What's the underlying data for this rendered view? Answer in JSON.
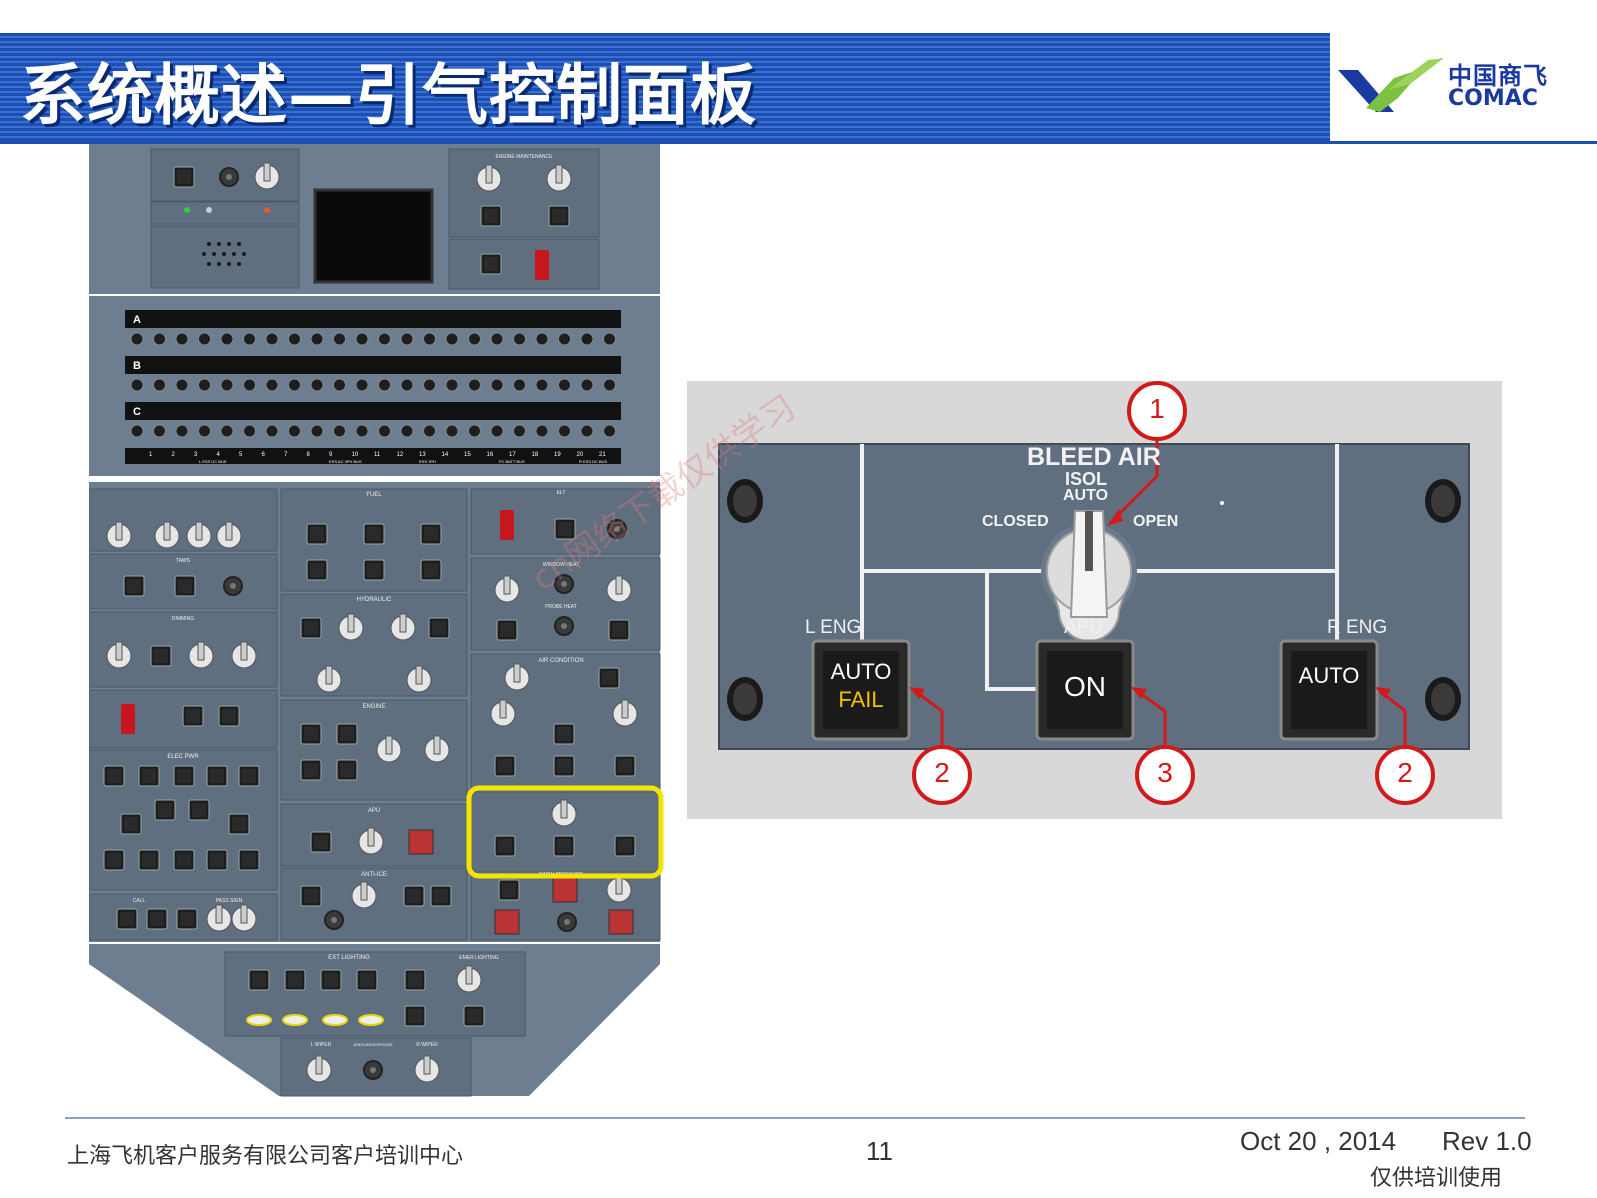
{
  "header": {
    "title": "系统概述—引气控制面板",
    "logo_cn": "中国商飞",
    "logo_en": "COMAC",
    "colors": {
      "band": "#1b4fb4",
      "logo": "#1a3aa0"
    }
  },
  "overhead_panel": {
    "labels": {
      "engine_maintenance": "ENGINE MAINTENANCE",
      "fuel": "FUEL",
      "hydraulic": "HYDRAULIC",
      "engine": "ENGINE",
      "apu": "APU",
      "anti_ice": "ANTI-ICE",
      "elec_pwr": "ELEC PWR",
      "air_condition": "AIR CONDITION",
      "ext_lighting": "EXT LIGHTING",
      "emer_lighting": "EMER LIGHTING",
      "window_heat": "WINDOW HEAT",
      "probe_heat": "PROBE HEAT",
      "dimming": "DIMMING",
      "taws": "TAWS",
      "elt": "ELT",
      "call": "CALL",
      "pass_sign": "PASS SIGN",
      "cabin_pressure": "CABIN PRESSURE",
      "l_wiper": "L WIPER",
      "r_wiper": "R WIPER",
      "area_microphone": "AREA MICROPHONE"
    },
    "cb_rows": [
      "A",
      "B",
      "C"
    ],
    "bus_numbers": [
      "1",
      "2",
      "3",
      "4",
      "5",
      "6",
      "7",
      "8",
      "9",
      "10",
      "11",
      "12",
      "13",
      "14",
      "15",
      "16",
      "17",
      "18",
      "19",
      "20",
      "21"
    ],
    "bus_labels": [
      "L ESS DC BUS",
      "ESS AC 3PH BUS",
      "ESS 1PH",
      "FC BATT BUS",
      "R ESS DC BUS"
    ],
    "colors": {
      "panel": "#6d7e91",
      "panel_dark": "#4f5e6e",
      "highlight": "#f5e400"
    }
  },
  "bleed_detail": {
    "title": "BLEED AIR",
    "selector_positions": {
      "isol": "ISOL",
      "auto": "AUTO",
      "closed": "CLOSED",
      "open": "OPEN"
    },
    "l_eng_label": "L ENG",
    "apu_label": "APU",
    "r_eng_label": "R ENG",
    "l_button": {
      "line1": "AUTO",
      "line2": "FAIL"
    },
    "apu_button": "ON",
    "r_button": "AUTO",
    "callouts": [
      "1",
      "2",
      "3",
      "2"
    ],
    "colors": {
      "panel": "#5f6f7f",
      "fail": "#f5c000",
      "callout": "#d21a1a"
    }
  },
  "watermark": "cn网络下载仅供学习",
  "footer": {
    "company": "上海飞机客户服务有限公司客户培训中心",
    "page": "11",
    "date": "Oct 20 , 2014",
    "rev": "Rev 1.0",
    "note": "仅供培训使用"
  }
}
